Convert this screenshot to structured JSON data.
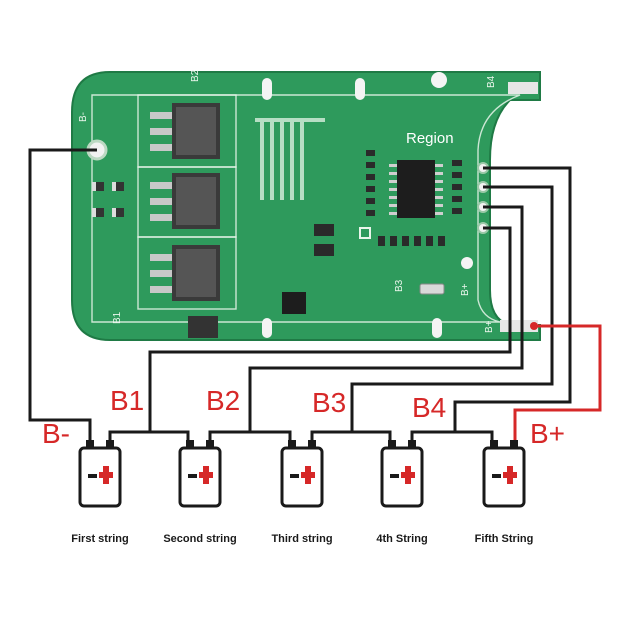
{
  "region_label": "Region",
  "board": {
    "silk_b_minus": "B-",
    "silk_b2": "B2",
    "silk_b4": "B4",
    "silk_b3": "B3",
    "silk_b1": "B1",
    "silk_b_plus_top": "B+",
    "silk_b_plus_bottom": "B+"
  },
  "labels": {
    "b_minus": "B-",
    "b_plus": "B+",
    "b1": "B1",
    "b2": "B2",
    "b3": "B3",
    "b4": "B4"
  },
  "strings": [
    {
      "caption": "First string"
    },
    {
      "caption": "Second string"
    },
    {
      "caption": "Third string"
    },
    {
      "caption": "4th String"
    },
    {
      "caption": "Fifth String"
    }
  ],
  "colors": {
    "pcb": "#2e9a5c",
    "pcb_dark": "#1f7a45",
    "wire": "#1a1a1a",
    "positive": "#d62828"
  }
}
